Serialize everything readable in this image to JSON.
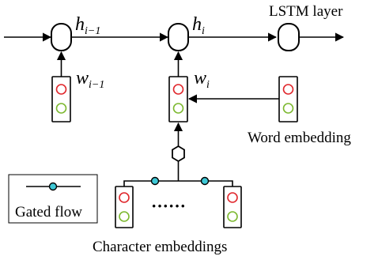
{
  "labels": {
    "lstm_layer": "LSTM layer",
    "word_embedding": "Word embedding",
    "character_embeddings": "Character embeddings",
    "gated_flow": "Gated flow",
    "ellipsis": "······"
  },
  "variables": {
    "h_prev_main": "h",
    "h_prev_sub": "i−1",
    "h_cur_main": "h",
    "h_cur_sub": "i",
    "w_prev_main": "w",
    "w_prev_sub": "i−1",
    "w_cur_main": "w",
    "w_cur_sub": "i"
  },
  "colors": {
    "stroke": "#000000",
    "embedding_top_circle": "#e0262b",
    "embedding_bottom_circle": "#7cb82f",
    "gate_node": "#3ec8d6"
  }
}
